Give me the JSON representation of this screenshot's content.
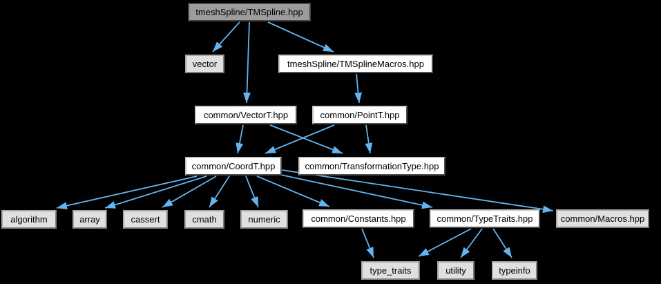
{
  "graph": {
    "nodes": [
      {
        "id": "tmspline-hpp",
        "label": "tmeshSpline/TMSpline.hpp",
        "kind": "root"
      },
      {
        "id": "vector",
        "label": "vector",
        "kind": "system"
      },
      {
        "id": "tmsplinemacros-hpp",
        "label": "tmeshSpline/TMSplineMacros.hpp",
        "kind": "file"
      },
      {
        "id": "vectort-hpp",
        "label": "common/VectorT.hpp",
        "kind": "file"
      },
      {
        "id": "pointt-hpp",
        "label": "common/PointT.hpp",
        "kind": "file"
      },
      {
        "id": "coordt-hpp",
        "label": "common/CoordT.hpp",
        "kind": "file"
      },
      {
        "id": "transformationtype-hpp",
        "label": "common/TransformationType.hpp",
        "kind": "file"
      },
      {
        "id": "algorithm",
        "label": "algorithm",
        "kind": "system"
      },
      {
        "id": "array",
        "label": "array",
        "kind": "system"
      },
      {
        "id": "cassert",
        "label": "cassert",
        "kind": "system"
      },
      {
        "id": "cmath",
        "label": "cmath",
        "kind": "system"
      },
      {
        "id": "numeric",
        "label": "numeric",
        "kind": "system"
      },
      {
        "id": "constants-hpp",
        "label": "common/Constants.hpp",
        "kind": "file"
      },
      {
        "id": "typetraits-hpp",
        "label": "common/TypeTraits.hpp",
        "kind": "file"
      },
      {
        "id": "macros-hpp",
        "label": "common/Macros.hpp",
        "kind": "system"
      },
      {
        "id": "type-traits",
        "label": "type_traits",
        "kind": "system"
      },
      {
        "id": "utility",
        "label": "utility",
        "kind": "system"
      },
      {
        "id": "typeinfo",
        "label": "typeinfo",
        "kind": "system"
      }
    ],
    "edges": [
      {
        "from": "tmspline-hpp",
        "to": "vector"
      },
      {
        "from": "tmspline-hpp",
        "to": "vectort-hpp"
      },
      {
        "from": "tmspline-hpp",
        "to": "tmsplinemacros-hpp"
      },
      {
        "from": "tmsplinemacros-hpp",
        "to": "pointt-hpp"
      },
      {
        "from": "vectort-hpp",
        "to": "coordt-hpp"
      },
      {
        "from": "vectort-hpp",
        "to": "transformationtype-hpp"
      },
      {
        "from": "pointt-hpp",
        "to": "coordt-hpp"
      },
      {
        "from": "pointt-hpp",
        "to": "transformationtype-hpp"
      },
      {
        "from": "coordt-hpp",
        "to": "algorithm"
      },
      {
        "from": "coordt-hpp",
        "to": "array"
      },
      {
        "from": "coordt-hpp",
        "to": "cassert"
      },
      {
        "from": "coordt-hpp",
        "to": "cmath"
      },
      {
        "from": "coordt-hpp",
        "to": "numeric"
      },
      {
        "from": "coordt-hpp",
        "to": "constants-hpp"
      },
      {
        "from": "coordt-hpp",
        "to": "typetraits-hpp"
      },
      {
        "from": "coordt-hpp",
        "to": "macros-hpp"
      },
      {
        "from": "constants-hpp",
        "to": "type-traits"
      },
      {
        "from": "typetraits-hpp",
        "to": "type-traits"
      },
      {
        "from": "typetraits-hpp",
        "to": "utility"
      },
      {
        "from": "typetraits-hpp",
        "to": "typeinfo"
      }
    ]
  },
  "colors": {
    "background": "#000000",
    "edge": "#63b4f0",
    "root_fill": "#9c9c9c",
    "file_fill": "#ffffff",
    "system_fill": "#e0e0e0",
    "text": "#000000"
  }
}
